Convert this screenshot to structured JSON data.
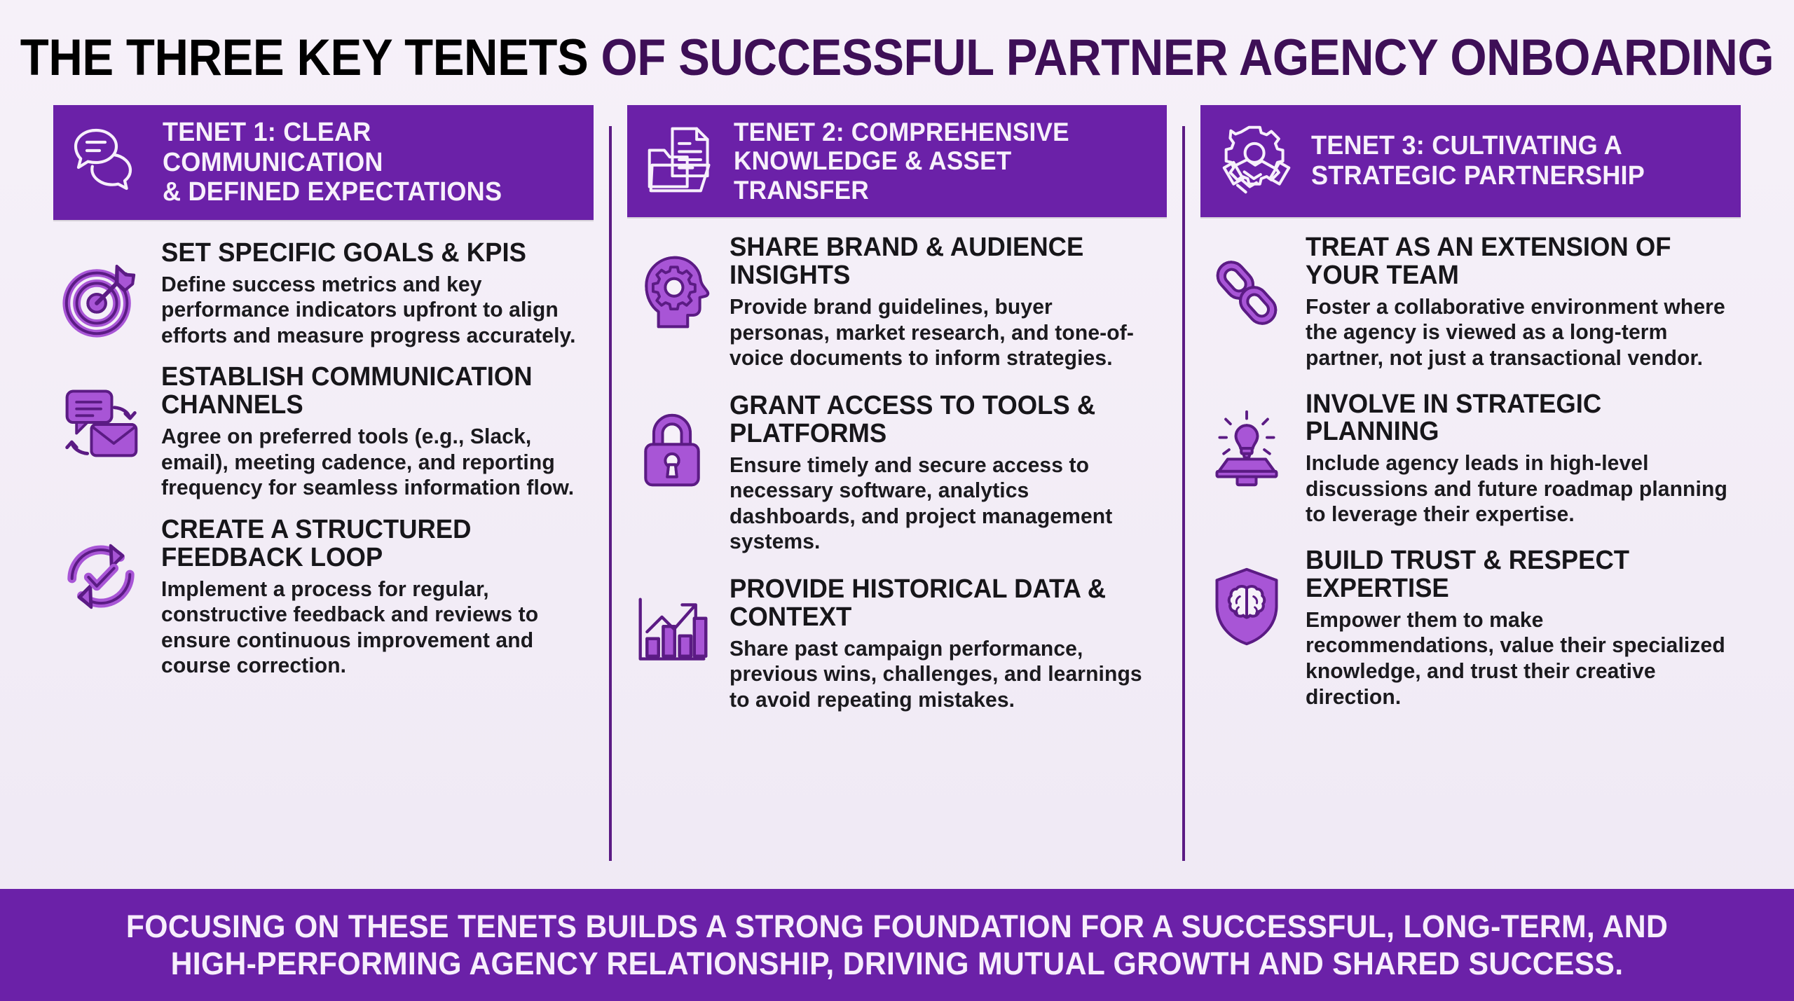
{
  "title": {
    "highlight": "THE THREE KEY TENETS",
    "rest": " OF SUCCESSFUL PARTNER AGENCY ONBOARDING"
  },
  "colors": {
    "background": "#f4eef7",
    "header_purple": "#6b21a8",
    "title_highlight": "#7b2fa0",
    "title_dark": "#3e0f57",
    "icon_purple": "#a855d6",
    "icon_outline": "#5b1b84",
    "divider": "#5b1b84"
  },
  "columns": [
    {
      "header": {
        "icon": "speech-bubbles-icon",
        "label": "TENET 1: CLEAR COMMUNICATION & DEFINED EXPECTATIONS",
        "line1": "TENET 1: CLEAR COMMUNICATION",
        "line2": "& DEFINED EXPECTATIONS"
      },
      "items": [
        {
          "icon": "target-arrow-icon",
          "title": "SET SPECIFIC GOALS & KPIS",
          "desc": "Define success metrics and key performance indicators upfront to align efforts and measure progress accurately."
        },
        {
          "icon": "chat-email-exchange-icon",
          "title": "ESTABLISH COMMUNICATION CHANNELS",
          "desc": "Agree on preferred tools (e.g., Slack, email), meeting cadence, and reporting frequency for seamless information flow."
        },
        {
          "icon": "feedback-loop-check-icon",
          "title": "CREATE A STRUCTURED FEEDBACK LOOP",
          "desc": "Implement a process for regular, constructive feedback and reviews to ensure continuous improvement and course correction."
        }
      ]
    },
    {
      "header": {
        "icon": "folder-document-icon",
        "label": "TENET 2: COMPREHENSIVE KNOWLEDGE & ASSET TRANSFER",
        "line1": "TENET 2: COMPREHENSIVE",
        "line2": "KNOWLEDGE & ASSET TRANSFER"
      },
      "items": [
        {
          "icon": "head-gear-icon",
          "title": "SHARE BRAND & AUDIENCE INSIGHTS",
          "desc": "Provide brand guidelines, buyer personas, market research, and tone-of-voice documents to inform strategies."
        },
        {
          "icon": "padlock-icon",
          "title": "GRANT ACCESS TO TOOLS & PLATFORMS",
          "desc": "Ensure timely and secure access to necessary software, analytics dashboards, and project management systems."
        },
        {
          "icon": "bar-chart-growth-icon",
          "title": "PROVIDE HISTORICAL DATA & CONTEXT",
          "desc": "Share past campaign performance, previous wins, challenges, and learnings to avoid repeating mistakes."
        }
      ]
    },
    {
      "header": {
        "icon": "handshake-gear-icon",
        "label": "TENET 3: CULTIVATING A STRATEGIC PARTNERSHIP",
        "line1": "TENET 3: CULTIVATING A",
        "line2": "STRATEGIC PARTNERSHIP"
      },
      "items": [
        {
          "icon": "chain-link-icon",
          "title": "TREAT AS AN EXTENSION OF YOUR TEAM",
          "desc": "Foster a collaborative environment where the agency is viewed as a long-term partner, not just a transactional vendor."
        },
        {
          "icon": "lightbulb-podium-icon",
          "title": "INVOLVE IN STRATEGIC PLANNING",
          "desc": "Include agency leads in high-level discussions and future roadmap planning to leverage their expertise."
        },
        {
          "icon": "shield-brain-icon",
          "title": "BUILD TRUST & RESPECT EXPERTISE",
          "desc": "Empower them to make recommendations, value their specialized knowledge, and trust their creative direction."
        }
      ]
    }
  ],
  "footer": {
    "line1": "FOCUSING ON THESE TENETS BUILDS A STRONG FOUNDATION FOR A SUCCESSFUL, LONG-TERM, AND",
    "line2": "HIGH-PERFORMING AGENCY RELATIONSHIP, DRIVING MUTUAL GROWTH AND SHARED SUCCESS."
  }
}
